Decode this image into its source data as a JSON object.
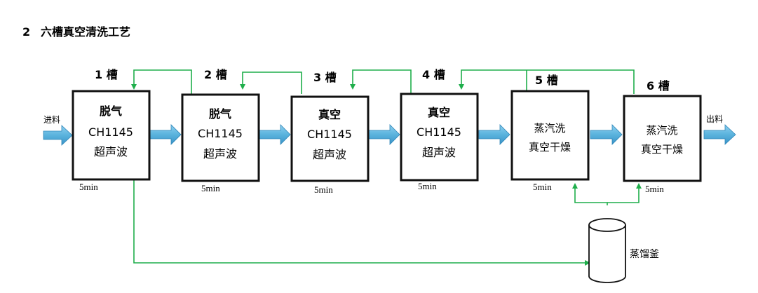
{
  "heading": {
    "number": "2",
    "title": "六槽真空清洗工艺"
  },
  "input_label": "进料",
  "output_label": "出料",
  "tanks": [
    {
      "tank_label": "1 槽",
      "line1": "脱气",
      "line2": "CH1145",
      "line3": "超声波",
      "time": "5min"
    },
    {
      "tank_label": "2 槽",
      "line1": "脱气",
      "line2": "CH1145",
      "line3": "超声波",
      "time": "5min"
    },
    {
      "tank_label": "3 槽",
      "line1": "真空",
      "line2": "CH1145",
      "line3": "超声波",
      "time": "5min"
    },
    {
      "tank_label": "4 槽",
      "line1": "真空",
      "line2": "CH1145",
      "line3": "超声波",
      "time": "5min"
    },
    {
      "tank_label": "5 槽",
      "line1": "蒸汽洗",
      "line2": "真空干燥",
      "line3": "",
      "time": "5min"
    },
    {
      "tank_label": "6 槽",
      "line1": "蒸汽洗",
      "line2": "真空干燥",
      "line3": "",
      "time": "5min"
    }
  ],
  "still_label": "蒸馏釜",
  "colors": {
    "flow_line": "#1fae4b",
    "arrow_fill": "#5ab3dd",
    "arrow_stroke": "#2f86b8",
    "box_border": "#111111"
  }
}
